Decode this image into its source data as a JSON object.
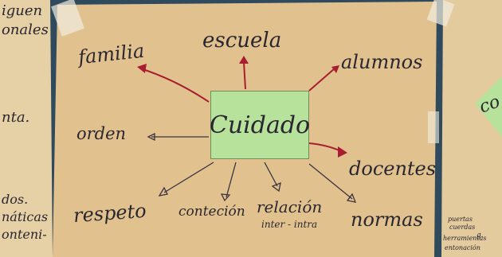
{
  "center": {
    "label": "Cuidado"
  },
  "branches": {
    "familia": "familia",
    "escuela": "escuela",
    "alumnos": "alumnos",
    "orden": "orden",
    "docentes": "docentes",
    "respeto": "respeto",
    "contencion": "conteción",
    "relacion": "relación",
    "relacion_sub": "inter - intra",
    "normas": "normas"
  },
  "left_sheet_text": [
    "iguen",
    "onales",
    "nta.",
    "dos.",
    "náticas",
    "onteni-"
  ],
  "right_sheet_text": {
    "top": "co",
    "notes": [
      "puertas",
      "cuerdas",
      "herramientas",
      "g.",
      "entonación"
    ]
  },
  "colors": {
    "paper": "#e2c493",
    "note_green": "#b7e29c",
    "arrow_red": "#a81e30",
    "ink": "#2a2630",
    "board": "#2f4a5c"
  }
}
